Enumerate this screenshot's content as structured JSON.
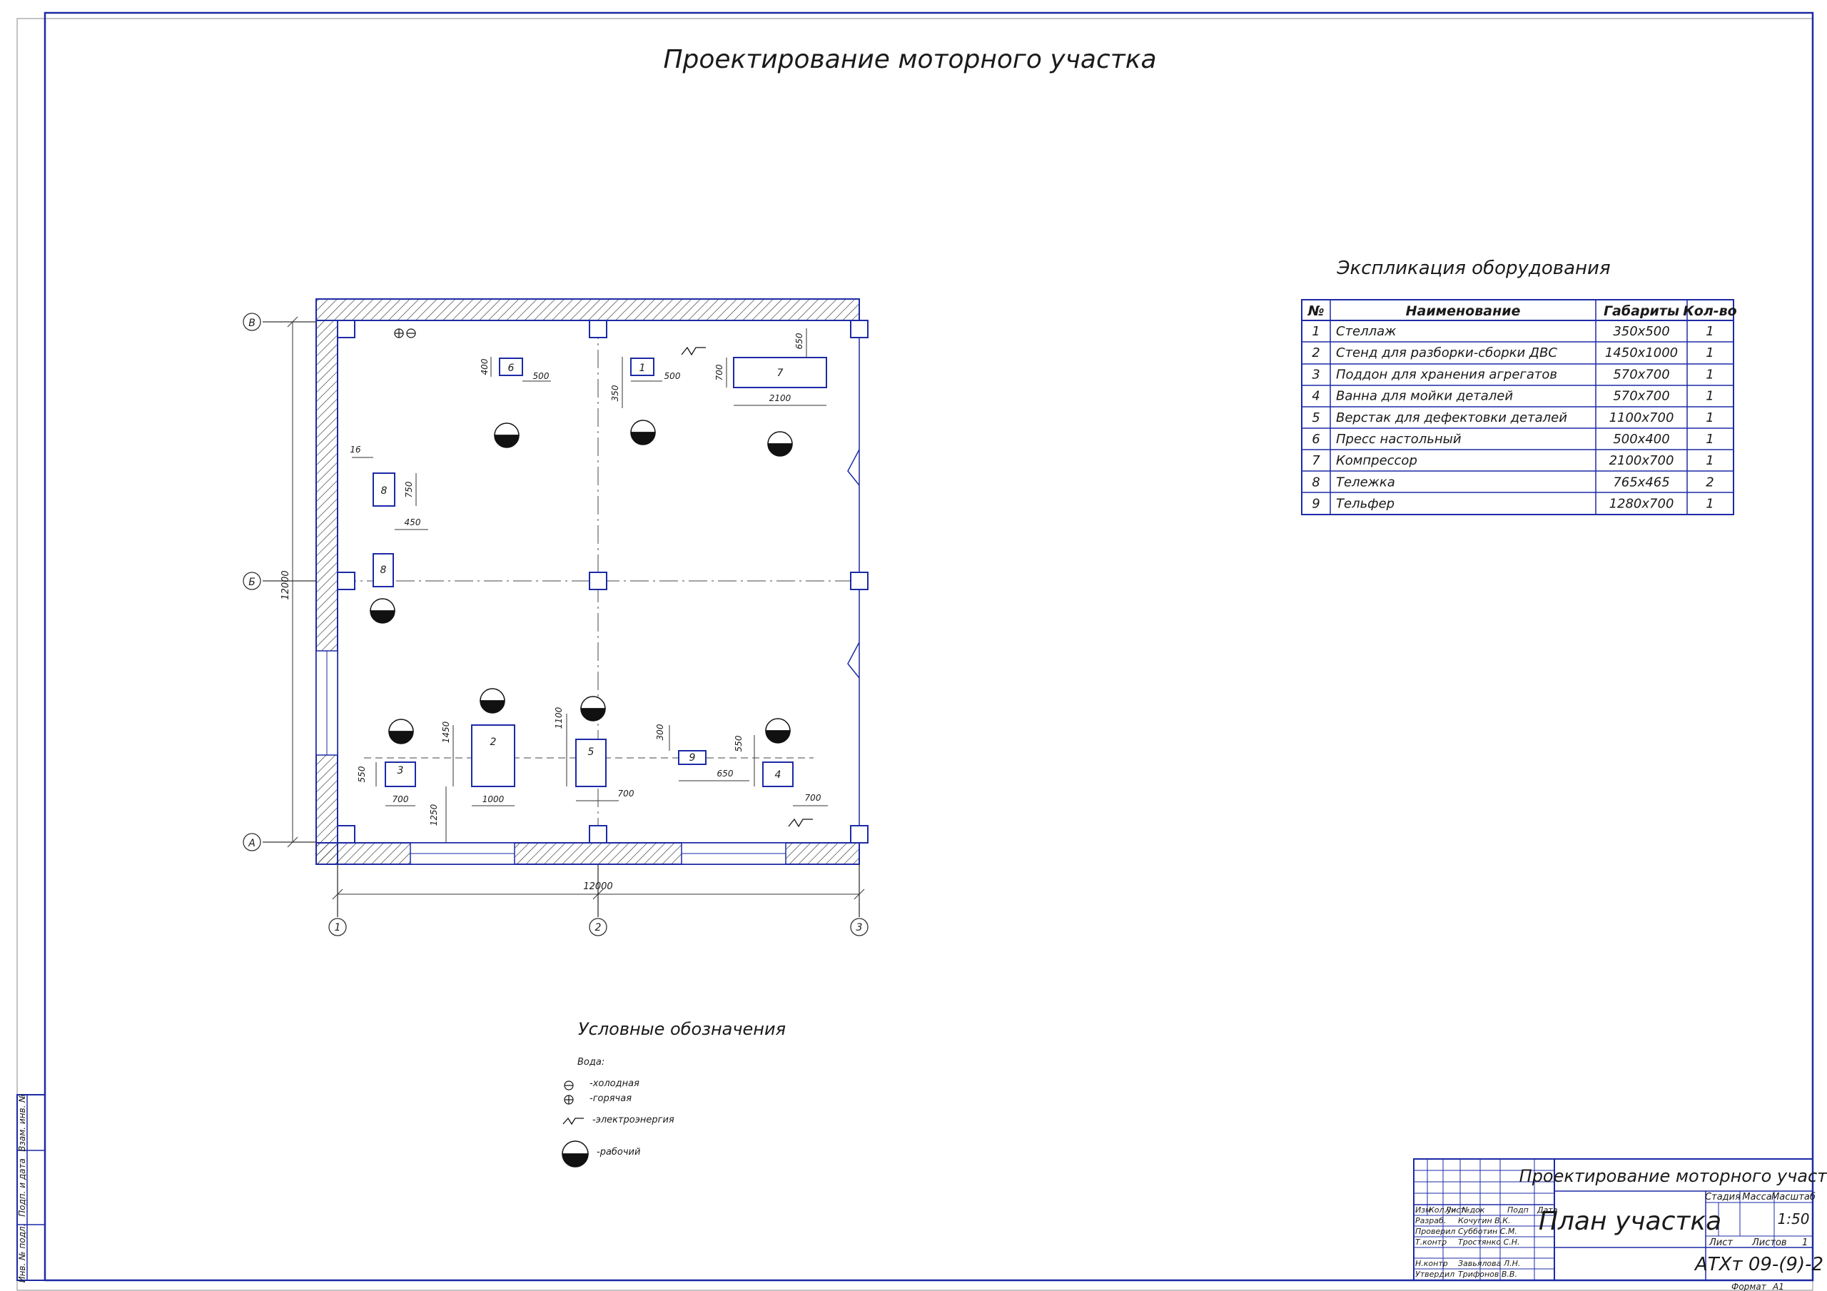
{
  "title": "Проектирование моторного участка",
  "plan": {
    "axes_rows": [
      "В",
      "Б",
      "А"
    ],
    "axes_cols": [
      "1",
      "2",
      "3"
    ],
    "overall_width": "12000",
    "overall_height": "12000",
    "equipment": [
      {
        "id": "eq-6",
        "label": "6"
      },
      {
        "id": "eq-1",
        "label": "1"
      },
      {
        "id": "eq-7",
        "label": "7"
      },
      {
        "id": "eq-8a",
        "label": "8"
      },
      {
        "id": "eq-8b",
        "label": "8"
      },
      {
        "id": "eq-2",
        "label": "2"
      },
      {
        "id": "eq-3",
        "label": "3"
      },
      {
        "id": "eq-5",
        "label": "5"
      },
      {
        "id": "eq-9",
        "label": "9"
      },
      {
        "id": "eq-4",
        "label": "4"
      }
    ],
    "dims": [
      "400",
      "500",
      "350",
      "500",
      "700",
      "650",
      "2100",
      "16",
      "750",
      "450",
      "1450",
      "550",
      "700",
      "1000",
      "1250",
      "1100",
      "700",
      "300",
      "650",
      "550",
      "700"
    ]
  },
  "explication": {
    "title": "Экспликация оборудования",
    "headers": [
      "№",
      "Наименование",
      "Габариты",
      "Кол-во"
    ],
    "rows": [
      [
        "1",
        "Стеллаж",
        "350х500",
        "1"
      ],
      [
        "2",
        "Стенд для разборки-сборки ДВС",
        "1450х1000",
        "1"
      ],
      [
        "3",
        "Поддон для хранения агрегатов",
        "570х700",
        "1"
      ],
      [
        "4",
        "Ванна для мойки деталей",
        "570х700",
        "1"
      ],
      [
        "5",
        "Верстак для дефектовки деталей",
        "1100х700",
        "1"
      ],
      [
        "6",
        "Пресс настольный",
        "500х400",
        "1"
      ],
      [
        "7",
        "Компрессор",
        "2100х700",
        "1"
      ],
      [
        "8",
        "Тележка",
        "765х465",
        "2"
      ],
      [
        "9",
        "Тельфер",
        "1280х700",
        "1"
      ]
    ]
  },
  "legend": {
    "title": "Условные обозначения",
    "water_label": "Вода:",
    "cold": "-холодная",
    "hot": "-горячая",
    "power": "-электроэнергия",
    "workplace": "-рабочий"
  },
  "stamp": {
    "project": "Проектирование моторного участка",
    "sheet_title": "План участка",
    "stage_hdr": "Стадия",
    "mass_hdr": "Масса",
    "scale_hdr": "Масштаб",
    "scale": "1:50",
    "sheet_lbl": "Лист",
    "sheets_lbl": "Листов",
    "sheets_count": "1",
    "code": "АТХт 09-(9)-2",
    "format_lbl": "Формат",
    "format": "А1",
    "cols": [
      "Изм",
      "Кол.уч",
      "Лист",
      "№док",
      "Подп",
      "Дата"
    ],
    "roles": [
      "Разраб.",
      "Проверил",
      "Т.контр",
      "Н.контр",
      "Утвердил"
    ],
    "names": [
      "Кочугин В.К.",
      "Субботин С.М.",
      "Тростянко С.Н.",
      "Завьялова Л.Н.",
      "Трифонов В.В."
    ],
    "side": [
      "Инв. № подл.",
      "Подп. и дата",
      "Взам. инв. №"
    ]
  }
}
